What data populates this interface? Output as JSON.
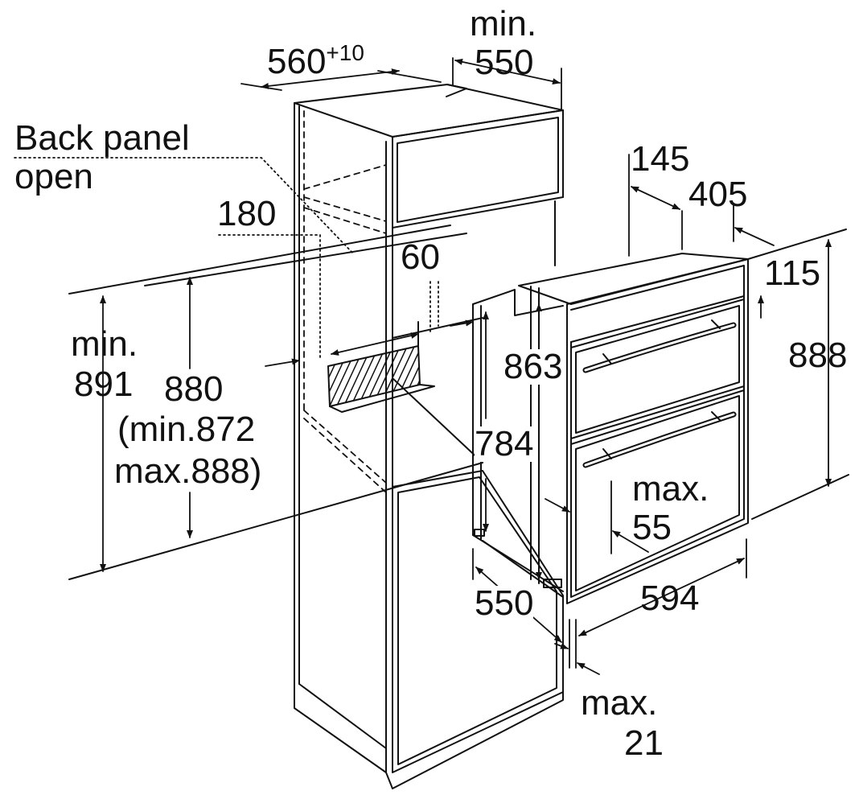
{
  "diagram": {
    "labels": {
      "top_width": "560",
      "top_width_tol": "+10",
      "min_depth_top": "min.",
      "min_depth_val": "550",
      "back_panel_1": "Back panel",
      "back_panel_2": "open",
      "gap_180": "180",
      "gap_60": "60",
      "min_891_a": "min.",
      "min_891_b": "891",
      "h_880": "880",
      "h_880_min": "(min.872",
      "h_880_max": "max.888)",
      "d_145": "145",
      "d_405": "405",
      "d_115": "115",
      "h_888": "888",
      "h_863": "863",
      "h_784": "784",
      "max55_a": "max.",
      "max55_b": "55",
      "d_550_bottom": "550",
      "w_594": "594",
      "max21_a": "max.",
      "max21_b": "21"
    },
    "colors": {
      "line": "#111111",
      "background": "#ffffff"
    }
  }
}
